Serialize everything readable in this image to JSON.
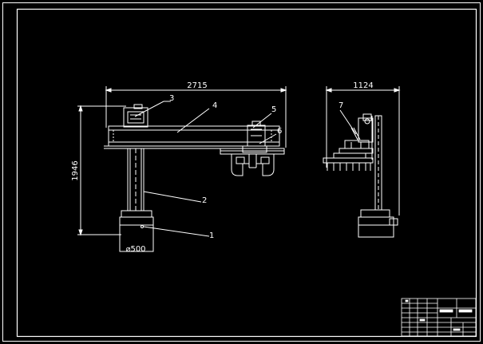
{
  "front_view": {
    "dim_width": "2715",
    "dim_height": "1946",
    "dim_base": "⌀500",
    "callouts": [
      "1",
      "2",
      "3",
      "4",
      "5",
      "6"
    ]
  },
  "side_view": {
    "dim_width": "1124",
    "callouts": [
      "7"
    ]
  },
  "colors": {
    "background": "#000000",
    "line": "#ffffff"
  }
}
